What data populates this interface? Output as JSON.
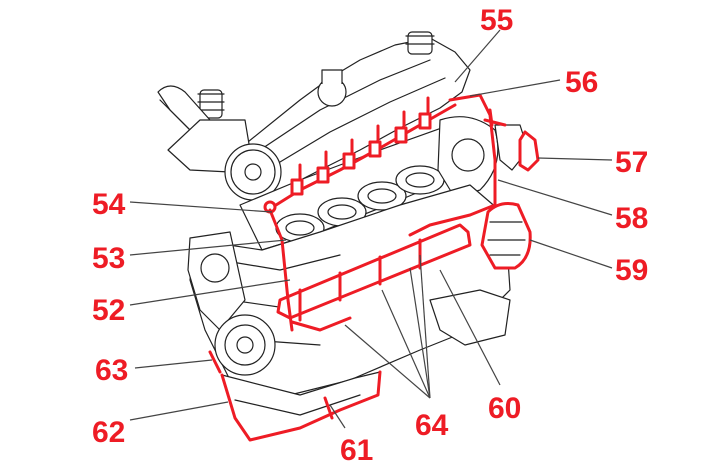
{
  "colors": {
    "highlight": "#ee1c25",
    "label": "#ee1c25",
    "outline": "#222222",
    "leader": "#444444"
  },
  "callouts": [
    {
      "id": "55",
      "text": "55"
    },
    {
      "id": "56",
      "text": "56"
    },
    {
      "id": "57",
      "text": "57"
    },
    {
      "id": "58",
      "text": "58"
    },
    {
      "id": "59",
      "text": "59"
    },
    {
      "id": "60",
      "text": "60"
    },
    {
      "id": "61",
      "text": "61"
    },
    {
      "id": "62",
      "text": "62"
    },
    {
      "id": "63",
      "text": "63"
    },
    {
      "id": "64",
      "text": "64"
    },
    {
      "id": "54",
      "text": "54"
    },
    {
      "id": "53",
      "text": "53"
    },
    {
      "id": "52",
      "text": "52"
    }
  ]
}
